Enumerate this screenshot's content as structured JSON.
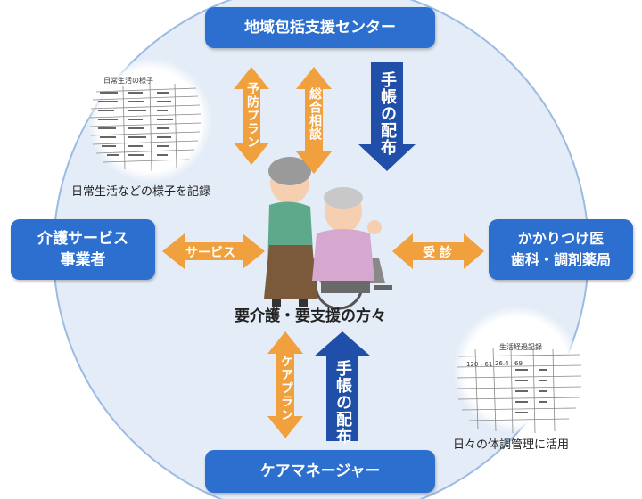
{
  "nodes": {
    "top": "地域包括支援センター",
    "left_line1": "介護サービス",
    "left_line2": "事業者",
    "right_line1": "かかりつけ医",
    "right_line2": "歯科・調剤薬局",
    "bottom": "ケアマネージャー",
    "center": "要介護・要支援の方々"
  },
  "arrows": {
    "yobou_plan": "予防プラン",
    "sougou_soudan": "総合相談",
    "techou_top": "手帳の配布",
    "service": "サービス",
    "jushin": "受 診",
    "care_plan": "ケアプラン",
    "techou_bottom": "手帳の配布"
  },
  "captions": {
    "top_left": "日常生活などの様子を記録",
    "bottom_right": "日々の体調管理に活用"
  },
  "form_top_left": {
    "heading": "日常生活の様子"
  },
  "form_bottom_right": {
    "heading": "生活経過記録",
    "row_values": [
      "120・61",
      "26.4",
      "69"
    ]
  },
  "colors": {
    "box_blue": "#2c6fcf",
    "dark_blue": "#1f4fa8",
    "orange": "#f0a03c",
    "circle_fill": "#e4ecf7",
    "circle_border": "#9bbbe3"
  }
}
